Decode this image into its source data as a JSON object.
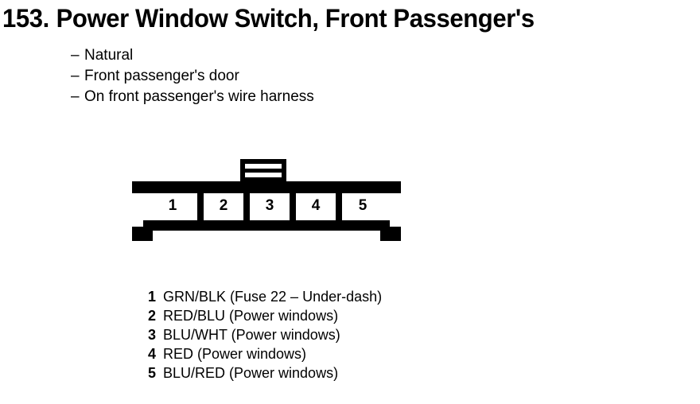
{
  "page": {
    "item_number": "153.",
    "title": "Power Window Switch, Front Passenger's",
    "background_color": "#ffffff",
    "ink_color": "#000000"
  },
  "specs": {
    "bullet": "–",
    "items": [
      {
        "text": "Natural"
      },
      {
        "text": "Front passenger's door"
      },
      {
        "text": "On front passenger's wire harness"
      }
    ]
  },
  "connector": {
    "cavity_count": 5,
    "cavities": [
      {
        "number": "1"
      },
      {
        "number": "2"
      },
      {
        "number": "3"
      },
      {
        "number": "4"
      },
      {
        "number": "5"
      }
    ]
  },
  "pin_legend": [
    {
      "pin": "1",
      "description": "GRN/BLK (Fuse 22 – Under-dash)"
    },
    {
      "pin": "2",
      "description": "RED/BLU (Power windows)"
    },
    {
      "pin": "3",
      "description": "BLU/WHT (Power windows)"
    },
    {
      "pin": "4",
      "description": "RED (Power windows)"
    },
    {
      "pin": "5",
      "description": "BLU/RED (Power windows)"
    }
  ]
}
